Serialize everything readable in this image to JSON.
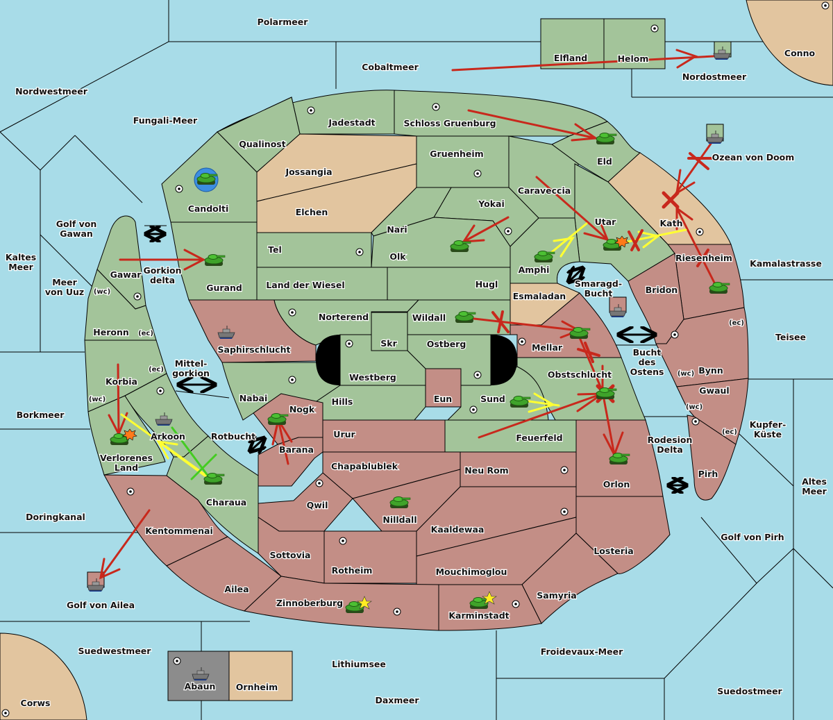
{
  "colors": {
    "sea": "#a8dce8",
    "green_power": "#a3c49a",
    "red_power": "#c38e86",
    "neutral": "#e2c59f",
    "gray_power": "#8c8c8c",
    "order_failed": "#c8281c",
    "order_support": "#ffff33",
    "order_green": "#44cc22",
    "convoy_arrow": "#000000"
  },
  "seas": [
    {
      "id": "polarmeer",
      "name": "Polarmeer"
    },
    {
      "id": "cobaltmeer",
      "name": "Cobaltmeer"
    },
    {
      "id": "nordwestmeer",
      "name": "Nordwestmeer"
    },
    {
      "id": "fungali",
      "name": "Fungali-Meer"
    },
    {
      "id": "nordostmeer",
      "name": "Nordostmeer"
    },
    {
      "id": "ozean",
      "name": "Ozean von Doom"
    },
    {
      "id": "golf-gawan",
      "name": "Golf von Gawan"
    },
    {
      "id": "kaltes",
      "name": "Kaltes Meer"
    },
    {
      "id": "meer-uuz",
      "name": "Meer von Uuz"
    },
    {
      "id": "gorkion",
      "name": "Gorkion delta"
    },
    {
      "id": "mittel",
      "name": "Mittel- gorkion"
    },
    {
      "id": "borkmeer",
      "name": "Borkmeer"
    },
    {
      "id": "rotbucht",
      "name": "Rotbucht"
    },
    {
      "id": "doringkanal",
      "name": "Doringkanal"
    },
    {
      "id": "golf-ailea",
      "name": "Golf von Ailea"
    },
    {
      "id": "suedwestmeer",
      "name": "Suedwestmeer"
    },
    {
      "id": "lithiumsee",
      "name": "Lithiumsee"
    },
    {
      "id": "daxmeer",
      "name": "Daxmeer"
    },
    {
      "id": "froidevaux",
      "name": "Froidevaux-Meer"
    },
    {
      "id": "suedostmeer",
      "name": "Suedostmeer"
    },
    {
      "id": "golf-pirh",
      "name": "Golf von Pirh"
    },
    {
      "id": "altes",
      "name": "Altes Meer"
    },
    {
      "id": "kupfer",
      "name": "Kupfer- Küste"
    },
    {
      "id": "teisee",
      "name": "Teisee"
    },
    {
      "id": "kamalastrasse",
      "name": "Kamalastrasse"
    },
    {
      "id": "smaragd",
      "name": "Smaragd- Bucht"
    },
    {
      "id": "bucht-ostens",
      "name": "Bucht des Ostens"
    },
    {
      "id": "rodesion",
      "name": "Rodesion Delta"
    }
  ],
  "lands": [
    {
      "id": "elfland",
      "name": "Elfland",
      "owner": "green"
    },
    {
      "id": "helom",
      "name": "Helom",
      "owner": "green",
      "supply_center": true
    },
    {
      "id": "conno",
      "name": "Conno",
      "owner": "neutral",
      "supply_center": true
    },
    {
      "id": "jadestadt",
      "name": "Jadestadt",
      "owner": "green",
      "supply_center": true
    },
    {
      "id": "schloss",
      "name": "Schloss Gruenburg",
      "owner": "green",
      "supply_center": true
    },
    {
      "id": "qualinost",
      "name": "Qualinost",
      "owner": "green"
    },
    {
      "id": "eld",
      "name": "Eld",
      "owner": "green"
    },
    {
      "id": "jossangia",
      "name": "Jossangia",
      "owner": "neutral"
    },
    {
      "id": "gruenheim",
      "name": "Gruenheim",
      "owner": "green",
      "supply_center": true
    },
    {
      "id": "candolti",
      "name": "Candolti",
      "owner": "green",
      "supply_center": true
    },
    {
      "id": "elchen",
      "name": "Elchen",
      "owner": "neutral"
    },
    {
      "id": "caraveccia",
      "name": "Caraveccia",
      "owner": "green"
    },
    {
      "id": "yokai",
      "name": "Yokai",
      "owner": "green",
      "supply_center": true
    },
    {
      "id": "kath",
      "name": "Kath",
      "owner": "neutral",
      "supply_center": true
    },
    {
      "id": "utar",
      "name": "Utar",
      "owner": "green"
    },
    {
      "id": "nari",
      "name": "Nari",
      "owner": "green"
    },
    {
      "id": "tel",
      "name": "Tel",
      "owner": "green",
      "supply_center": true
    },
    {
      "id": "olk",
      "name": "Olk",
      "owner": "green"
    },
    {
      "id": "amphi",
      "name": "Amphi",
      "owner": "green"
    },
    {
      "id": "gawar",
      "name": "Gawar",
      "owner": "green",
      "supply_center": true
    },
    {
      "id": "gurand",
      "name": "Gurand",
      "owner": "green"
    },
    {
      "id": "land-wiesel",
      "name": "Land der Wiesel",
      "owner": "green"
    },
    {
      "id": "hugl",
      "name": "Hugl",
      "owner": "green"
    },
    {
      "id": "riesenheim",
      "name": "Riesenheim",
      "owner": "red"
    },
    {
      "id": "esmaladan",
      "name": "Esmaladan",
      "owner": "neutral"
    },
    {
      "id": "bridon",
      "name": "Bridon",
      "owner": "red",
      "supply_center": true
    },
    {
      "id": "heronn",
      "name": "Heronn",
      "owner": "green"
    },
    {
      "id": "norterend",
      "name": "Norterend",
      "owner": "green",
      "supply_center": true
    },
    {
      "id": "wildall",
      "name": "Wildall",
      "owner": "green"
    },
    {
      "id": "saphir",
      "name": "Saphirschlucht",
      "owner": "red"
    },
    {
      "id": "skr",
      "name": "Skr",
      "owner": "green"
    },
    {
      "id": "ostberg",
      "name": "Ostberg",
      "owner": "green"
    },
    {
      "id": "mellar",
      "name": "Mellar",
      "owner": "red",
      "supply_center": true
    },
    {
      "id": "westberg",
      "name": "Westberg",
      "owner": "green",
      "supply_center": true
    },
    {
      "id": "bynn",
      "name": "Bynn",
      "owner": "red"
    },
    {
      "id": "korbia",
      "name": "Korbia",
      "owner": "green"
    },
    {
      "id": "obstschlucht",
      "name": "Obstschlucht",
      "owner": "green"
    },
    {
      "id": "nabai",
      "name": "Nabai",
      "owner": "green",
      "supply_center": true
    },
    {
      "id": "eun",
      "name": "Eun",
      "owner": "red"
    },
    {
      "id": "gwaul",
      "name": "Gwaul",
      "owner": "red"
    },
    {
      "id": "hills",
      "name": "Hills",
      "owner": "green"
    },
    {
      "id": "sund",
      "name": "Sund",
      "owner": "green",
      "supply_center": true
    },
    {
      "id": "nogk",
      "name": "Nogk",
      "owner": "red"
    },
    {
      "id": "arkoon",
      "name": "Arkoon",
      "owner": "green",
      "supply_center": true
    },
    {
      "id": "urur",
      "name": "Urur",
      "owner": "red"
    },
    {
      "id": "feuerfeld",
      "name": "Feuerfeld",
      "owner": "green"
    },
    {
      "id": "barana",
      "name": "Barana",
      "owner": "red"
    },
    {
      "id": "verlorenes",
      "name": "Verlorenes Land",
      "owner": "green"
    },
    {
      "id": "chapablublek",
      "name": "Chapablublek",
      "owner": "red"
    },
    {
      "id": "neu-rom",
      "name": "Neu Rom",
      "owner": "red",
      "supply_center": true
    },
    {
      "id": "pirh",
      "name": "Pirh",
      "owner": "red",
      "supply_center": true
    },
    {
      "id": "orlon",
      "name": "Orlon",
      "owner": "red"
    },
    {
      "id": "charaua",
      "name": "Charaua",
      "owner": "green"
    },
    {
      "id": "qwil",
      "name": "Qwil",
      "owner": "red",
      "supply_center": true
    },
    {
      "id": "nilldall",
      "name": "Nilldall",
      "owner": "red"
    },
    {
      "id": "kentommenai",
      "name": "Kentommenai",
      "owner": "red",
      "supply_center": true
    },
    {
      "id": "kaaldewaa",
      "name": "Kaaldewaa",
      "owner": "red"
    },
    {
      "id": "losteria",
      "name": "Losteria",
      "owner": "red",
      "supply_center": true
    },
    {
      "id": "sottovia",
      "name": "Sottovia",
      "owner": "red"
    },
    {
      "id": "rotheim",
      "name": "Rotheim",
      "owner": "red",
      "supply_center": true
    },
    {
      "id": "mouchimoglou",
      "name": "Mouchimoglou",
      "owner": "red"
    },
    {
      "id": "ailea",
      "name": "Ailea",
      "owner": "red"
    },
    {
      "id": "samyria",
      "name": "Samyria",
      "owner": "red"
    },
    {
      "id": "zinnoberburg",
      "name": "Zinnoberburg",
      "owner": "red",
      "supply_center": true
    },
    {
      "id": "karminstadt",
      "name": "Karminstadt",
      "owner": "red",
      "supply_center": true
    },
    {
      "id": "abaun",
      "name": "Abaun",
      "owner": "gray",
      "supply_center": true
    },
    {
      "id": "ornheim",
      "name": "Ornheim",
      "owner": "neutral"
    },
    {
      "id": "corws",
      "name": "Corws",
      "owner": "neutral",
      "supply_center": true
    }
  ],
  "coast_tags": [
    {
      "label": "(wc)",
      "province": "Gawar"
    },
    {
      "label": "(ec)",
      "province": "Heronn"
    },
    {
      "label": "(ec)",
      "province": "Korbia"
    },
    {
      "label": "(wc)",
      "province": "Korbia"
    },
    {
      "label": "(ec)",
      "province": "Bynn"
    },
    {
      "label": "(wc)",
      "province": "Bynn"
    },
    {
      "label": "(wc)",
      "province": "Gwaul"
    },
    {
      "label": "(ec)",
      "province": "Gwaul"
    }
  ],
  "units": [
    {
      "type": "army",
      "province": "Candolti",
      "power": "green",
      "marker": "build-circle"
    },
    {
      "type": "army",
      "province": "Eld",
      "power": "green"
    },
    {
      "type": "army",
      "province": "Gurand",
      "power": "green"
    },
    {
      "type": "army",
      "province": "Nari",
      "power": "green"
    },
    {
      "type": "army",
      "province": "Amphi",
      "power": "green"
    },
    {
      "type": "army",
      "province": "Utar",
      "power": "green",
      "marker": "dislodged"
    },
    {
      "type": "army",
      "province": "Riesenheim",
      "power": "green"
    },
    {
      "type": "army",
      "province": "Wildall",
      "power": "green"
    },
    {
      "type": "army",
      "province": "Mellar",
      "power": "green"
    },
    {
      "type": "army",
      "province": "Sund",
      "power": "green"
    },
    {
      "type": "army",
      "province": "Obstschlucht",
      "power": "green",
      "marker": "destroyed"
    },
    {
      "type": "army",
      "province": "Orlon",
      "power": "green"
    },
    {
      "type": "army",
      "province": "Nogk",
      "power": "green"
    },
    {
      "type": "army",
      "province": "Verlorenes Land",
      "power": "green",
      "marker": "dislodged"
    },
    {
      "type": "army",
      "province": "Charaua",
      "power": "green"
    },
    {
      "type": "army",
      "province": "Nilldall",
      "power": "green"
    },
    {
      "type": "army",
      "province": "Zinnoberburg",
      "power": "green",
      "marker": "star"
    },
    {
      "type": "army",
      "province": "Karminstadt",
      "power": "green",
      "marker": "star"
    },
    {
      "type": "fleet",
      "province": "Nordostmeer",
      "power": "green"
    },
    {
      "type": "fleet",
      "province": "Ozean von Doom",
      "power": "green"
    },
    {
      "type": "fleet",
      "province": "Smaragd-Bucht",
      "power": "red"
    },
    {
      "type": "fleet",
      "province": "Golf von Ailea",
      "power": "red"
    },
    {
      "type": "fleet",
      "province": "Saphirschlucht",
      "power": "gray"
    },
    {
      "type": "fleet",
      "province": "Arkoon",
      "power": "gray"
    },
    {
      "type": "fleet",
      "province": "Abaun",
      "power": "gray"
    }
  ]
}
